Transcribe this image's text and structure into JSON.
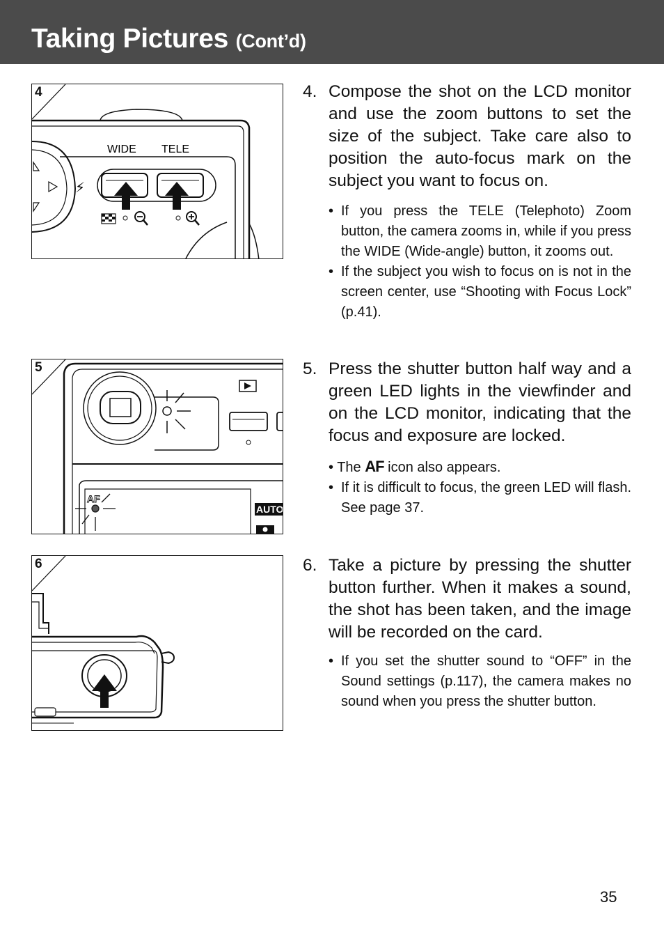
{
  "header": {
    "title": "Taking Pictures",
    "subtitle": "(Cont’d)"
  },
  "figures": {
    "fig4": {
      "number": "4",
      "wide_label": "WIDE",
      "tele_label": "TELE"
    },
    "fig5": {
      "number": "5",
      "auto_label": "AUTO",
      "af_label": "AF"
    },
    "fig6": {
      "number": "6"
    }
  },
  "steps": [
    {
      "number": "4.",
      "text": "Compose the shot on the LCD monitor and use the zoom buttons to set the size of the subject. Take care also to position the auto-focus mark on the subject you want to focus on.",
      "bullets": [
        "If you press the TELE (Telephoto) Zoom button, the camera zooms in, while if you press the WIDE (Wide-angle) button, it zooms out.",
        "If the subject you wish to focus on is not in the screen center, use “Shooting with Focus Lock” (p.41)."
      ]
    },
    {
      "number": "5.",
      "text": "Press the shutter button half way and a green LED lights in the viewfinder and on the LCD monitor, indicating that the focus and exposure are locked.",
      "bullets": [
        {
          "prefix": "• The",
          "icon": "AF",
          "suffix": "icon also appears."
        },
        "If it is difficult to focus, the green LED will flash. See page 37."
      ]
    },
    {
      "number": "6.",
      "text": "Take a picture by pressing the shutter button further. When it makes a sound, the shot has been taken, and the image will be recorded on the card.",
      "bullets": [
        "If you set the shutter sound to “OFF” in the Sound settings (p.117), the camera makes no sound when you press the shutter button."
      ]
    }
  ],
  "page_number": "35"
}
